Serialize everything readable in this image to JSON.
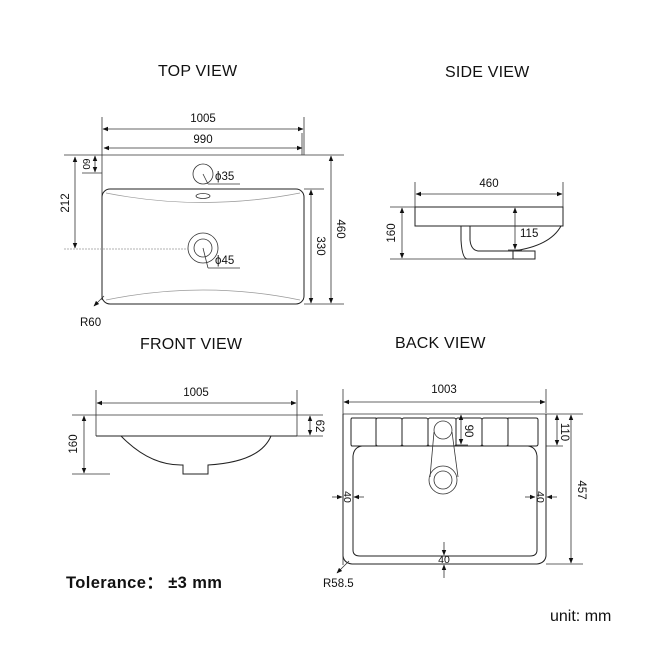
{
  "views": {
    "top": {
      "title": "TOP VIEW",
      "dims": {
        "overall_width": "1005",
        "inner_width": "990",
        "faucet_offset": "60",
        "drain_offset": "212",
        "basin_depth": "330",
        "overall_depth": "460",
        "faucet_hole": "ϕ35",
        "drain_hole": "ϕ45",
        "corner_radius": "R60"
      }
    },
    "side": {
      "title": "SIDE VIEW",
      "dims": {
        "depth": "460",
        "height": "160",
        "bowl_depth": "115"
      }
    },
    "front": {
      "title": "FRONT VIEW",
      "dims": {
        "width": "1005",
        "height": "160",
        "rim": "62"
      }
    },
    "back": {
      "title": "BACK VIEW",
      "dims": {
        "width": "1003",
        "faucet_deck": "90",
        "deck_depth": "110",
        "overall_depth": "457",
        "left_wall": "40",
        "right_wall": "40",
        "bottom_wall": "40",
        "corner_radius": "R58.5"
      }
    }
  },
  "tolerance": "Tolerance：  ±3 mm",
  "unit": "unit: mm"
}
